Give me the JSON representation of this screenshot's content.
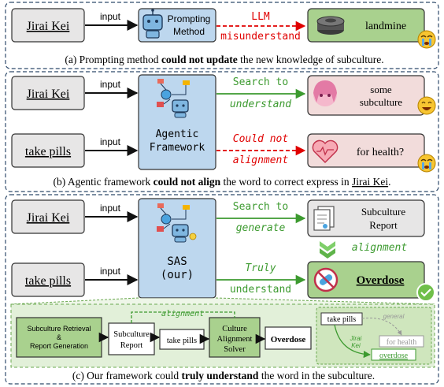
{
  "colors": {
    "green_box": "#a9d18e",
    "green_dark": "#4f9a32",
    "blue_box": "#bdd7ee",
    "gray_box": "#e7e6e6",
    "pink_box": "#f2dcdb",
    "red_arrow": "#e00000",
    "green_text": "#3c9a2f",
    "panel_bg": "#e2f0d9"
  },
  "panel_a": {
    "term": "Jirai Kei",
    "input_label": "input",
    "method_line1": "Prompting",
    "method_line2": "Method",
    "red_line1": "LLM",
    "red_line2": "misunderstand",
    "result": "landmine",
    "caption_pre": "(a) Prompting method ",
    "caption_bold": "could not update",
    "caption_post": " the new knowledge of subculture."
  },
  "panel_b": {
    "term1": "Jirai Kei",
    "term2": "take pills",
    "input_label1": "input",
    "input_label2": "input",
    "framework_line1": "Agentic",
    "framework_line2": "Framework",
    "green_line1": "Search to",
    "green_line2": "understand",
    "red_line1": "Could not",
    "red_line2": "alignment",
    "result1_line1": "some",
    "result1_line2": "subculture",
    "result2": "for health?",
    "caption_pre": "(b) Agentic framework ",
    "caption_bold": "could not align",
    "caption_mid": " the word to correct express in ",
    "caption_term": "Jirai Kei",
    "caption_end": "."
  },
  "panel_c": {
    "term1": "Jirai Kei",
    "term2": "take pills",
    "input_label1": "input",
    "input_label2": "input",
    "sas_line1": "SAS",
    "sas_line2": "(our)",
    "green1_line1": "Search to",
    "green1_line2": "generate",
    "green2_line1": "Truly",
    "green2_line2": "understand",
    "report_line1": "Subculture",
    "report_line2": "Report",
    "alignment_label": "alignment",
    "overdose": "Overdose",
    "caption_pre": "(c) Our framework could ",
    "caption_bold": "truly understand",
    "caption_post": " the word in the subculture."
  },
  "pipeline": {
    "step1_line1": "Subculture Retrieval",
    "step1_line2": "&",
    "step1_line3": "Report Generation",
    "step2_line1": "Subculture",
    "step2_line2": "Report",
    "step3": "take pills",
    "step4_line1": "Culture",
    "step4_line2": "Alignment",
    "step4_line3": "Solver",
    "step5": "Overdose",
    "alignment_label": "alignment",
    "graph_source": "take pills",
    "graph_general": "general",
    "graph_jirai_line1": "Jirai",
    "graph_jirai_line2": "Kei",
    "graph_health": "for health",
    "graph_overdose": "overdose"
  }
}
